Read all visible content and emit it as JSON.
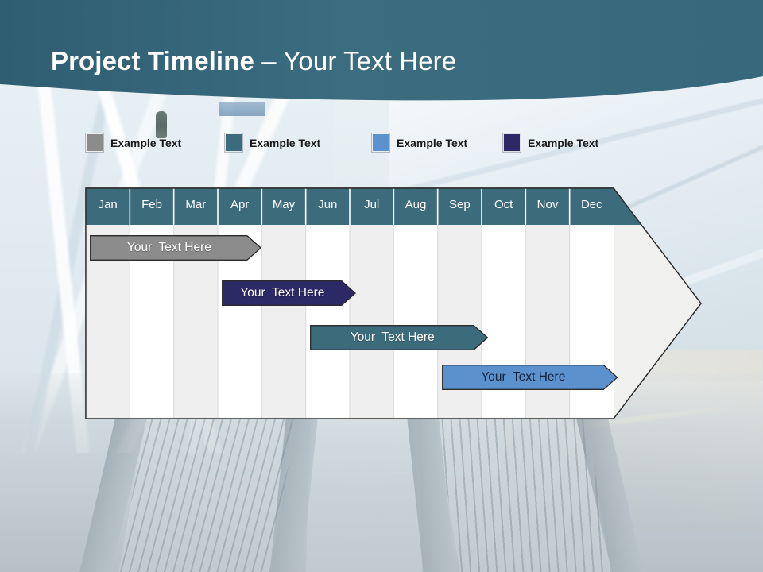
{
  "slide": {
    "title_bold": "Project Timeline",
    "title_separator": " – ",
    "title_regular": "Your Text Here"
  },
  "legend": {
    "items": [
      {
        "label": "Example Text",
        "color": "#8c8c8c",
        "icon": "color-swatch"
      },
      {
        "label": "Example Text",
        "color": "#3c6b7c",
        "icon": "color-swatch"
      },
      {
        "label": "Example Text",
        "color": "#5b92ce",
        "icon": "color-swatch"
      },
      {
        "label": "Example Text",
        "color": "#2c2a66",
        "icon": "color-swatch"
      }
    ]
  },
  "chart_data": {
    "type": "bar",
    "title": "Project Timeline",
    "xlabel": "",
    "ylabel": "",
    "categories": [
      "Jan",
      "Feb",
      "Mar",
      "Apr",
      "May",
      "Jun",
      "Jul",
      "Aug",
      "Sep",
      "Oct",
      "Nov",
      "Dec"
    ],
    "series": [
      {
        "name": "Your  Text Here",
        "label": "Your  Text Here",
        "color": "#8c8c8c",
        "text_color": "#ffffff",
        "start_month": "Jan",
        "end_month": "May",
        "start_index": 0,
        "end_index": 3.9,
        "row": 0
      },
      {
        "name": "Your  Text Here",
        "label": "Your  Text Here",
        "color": "#2c2a66",
        "text_color": "#ffffff",
        "start_month": "Apr",
        "end_month": "Jul",
        "start_index": 3,
        "end_index": 6.05,
        "row": 1
      },
      {
        "name": "Your  Text Here",
        "label": "Your  Text Here",
        "color": "#3c6b7c",
        "text_color": "#ffffff",
        "start_month": "Jun",
        "end_month": "Sep",
        "start_index": 5,
        "end_index": 9.05,
        "row": 2
      },
      {
        "name": "Your  Text Here",
        "label": "Your  Text Here",
        "color": "#5b92ce",
        "text_color": "#15213a",
        "start_month": "Sep",
        "end_month": "Dec",
        "start_index": 8,
        "end_index": 12,
        "row": 3
      }
    ],
    "header_color": "#3c6b7c",
    "stripe_color_a": "#efefef",
    "stripe_color_b": "#ffffff",
    "arrowhead_color": "#f0f0ef",
    "grid": false,
    "legend_position": "top"
  },
  "colors": {
    "header_band": "#35667a",
    "title_text": "#ffffff",
    "outline": "#2b2b2b"
  }
}
